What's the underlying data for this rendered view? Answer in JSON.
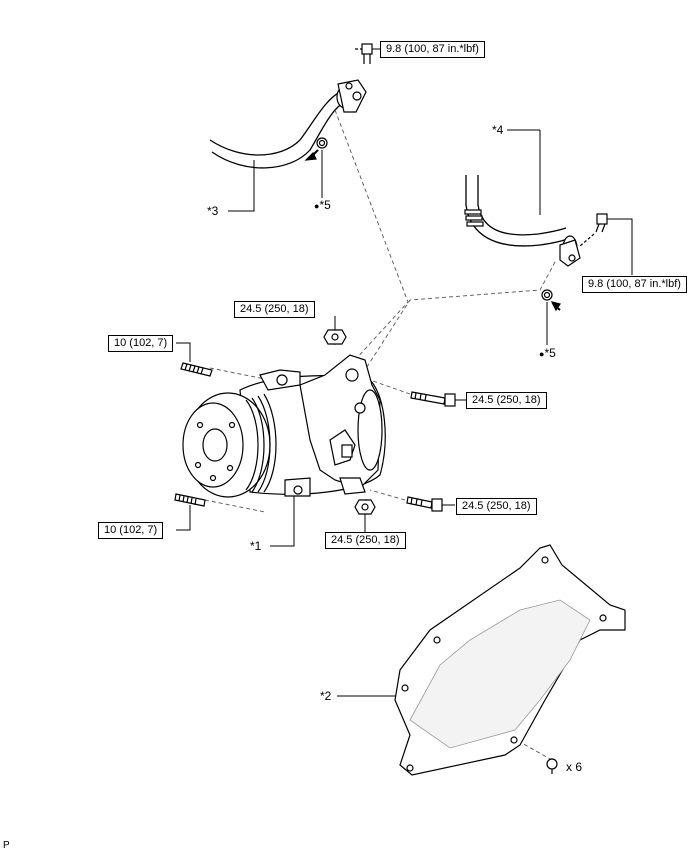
{
  "diagram": {
    "title": "Compressor and magnetic clutch components",
    "figure_code": "P",
    "colors": {
      "line": "#000000",
      "fill": "#ffffff",
      "shade": "#e6e6e6",
      "dashed": "#555555"
    },
    "callouts": {
      "c1": "*1",
      "c2": "*2",
      "c3": "*3",
      "c4": "*4",
      "c5a": "*5",
      "c5b": "*5"
    },
    "non_reusable_marker": "●",
    "torques": {
      "t_discharge_hose_bolt": "9.8 (100, 87 in.*lbf)",
      "t_suction_hose_bolt": "9.8 (100, 87 in.*lbf)",
      "t_upper_nut": "24.5 (250, 18)",
      "t_upper_stud": "10 (102, 7)",
      "t_upper_bolt": "24.5 (250, 18)",
      "t_lower_bolt": "24.5 (250, 18)",
      "t_lower_stud": "10 (102, 7)",
      "t_lower_nut": "24.5 (250, 18)"
    },
    "quantity_label": "x 6"
  }
}
